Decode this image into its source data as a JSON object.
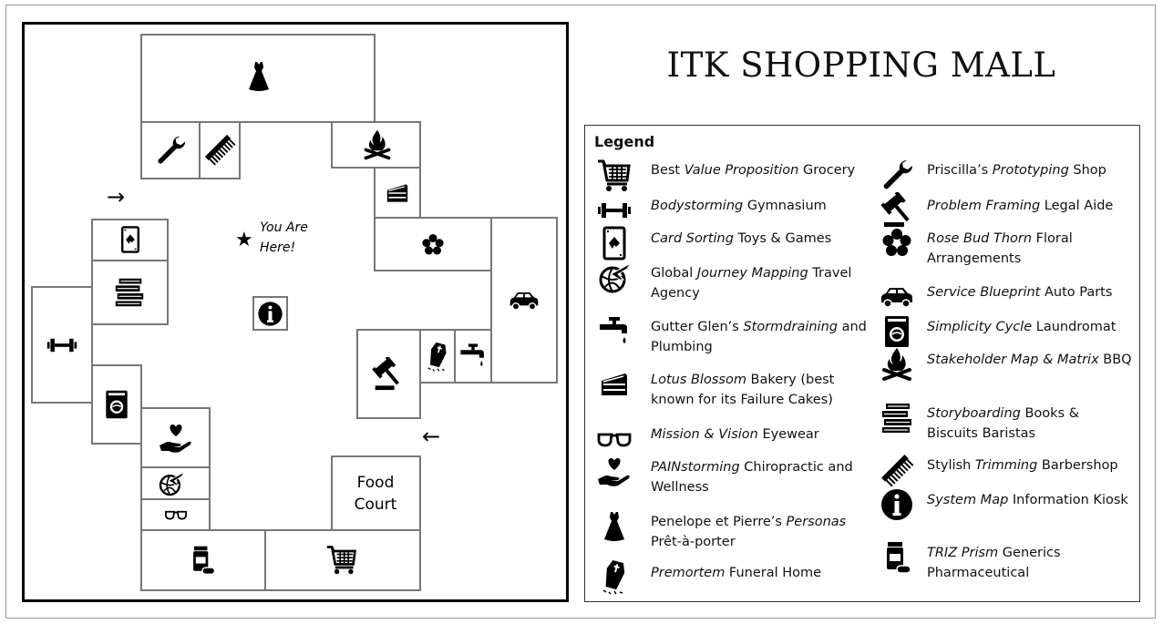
{
  "title": "ITK SHOPPING MALL",
  "map": {
    "you_are_here": [
      "You Are",
      "Here!"
    ],
    "food_court": [
      "Food",
      "Court"
    ],
    "arrow_top": "→",
    "arrow_bottom": "←"
  },
  "legend": {
    "heading": "Legend",
    "left_column": [
      {
        "icon": "grocery-cart-icon",
        "parts": [
          {
            "t": "Best ",
            "i": false
          },
          {
            "t": "Value Proposition",
            "i": true
          },
          {
            "t": " Grocery",
            "i": false
          }
        ]
      },
      {
        "icon": "dumbbell-icon",
        "parts": [
          {
            "t": "Bodystorming",
            "i": true
          },
          {
            "t": " Gymnasium",
            "i": false
          }
        ]
      },
      {
        "icon": "playing-card-icon",
        "parts": [
          {
            "t": "Card Sorting",
            "i": true
          },
          {
            "t": " Toys & Games",
            "i": false
          }
        ]
      },
      {
        "icon": "globe-plane-icon",
        "parts": [
          {
            "t": "Global ",
            "i": false
          },
          {
            "t": "Journey Mapping",
            "i": true
          },
          {
            "t": " Travel Agency",
            "i": false
          }
        ]
      },
      {
        "icon": "faucet-icon",
        "parts": [
          {
            "t": "Gutter Glen’s ",
            "i": false
          },
          {
            "t": "Stormdraining",
            "i": true
          },
          {
            "t": " and Plumbing",
            "i": false
          }
        ]
      },
      {
        "icon": "cake-slice-icon",
        "parts": [
          {
            "t": "Lotus Blossom",
            "i": true
          },
          {
            "t": " Bakery (best known for its Failure Cakes)",
            "i": false
          }
        ]
      },
      {
        "icon": "glasses-icon",
        "parts": [
          {
            "t": "Mission & Vision",
            "i": true
          },
          {
            "t": " Eyewear",
            "i": false
          }
        ]
      },
      {
        "icon": "heart-hand-icon",
        "parts": [
          {
            "t": "PAINstorming",
            "i": true
          },
          {
            "t": " Chiropractic and Wellness",
            "i": false
          }
        ]
      },
      {
        "icon": "dress-icon",
        "parts": [
          {
            "t": "Penelope et Pierre’s ",
            "i": false
          },
          {
            "t": "Personas",
            "i": true
          },
          {
            "t": " Prêt-à-porter",
            "i": false
          }
        ]
      },
      {
        "icon": "coffin-icon",
        "parts": [
          {
            "t": "Premortem",
            "i": true
          },
          {
            "t": " Funeral Home",
            "i": false
          }
        ]
      }
    ],
    "right_column": [
      {
        "icon": "wrench-icon",
        "parts": [
          {
            "t": "Priscilla’s ",
            "i": false
          },
          {
            "t": "Prototyping",
            "i": true
          },
          {
            "t": " Shop",
            "i": false
          }
        ]
      },
      {
        "icon": "gavel-icon",
        "parts": [
          {
            "t": "Problem Framing",
            "i": true
          },
          {
            "t": " Legal Aide",
            "i": false
          }
        ]
      },
      {
        "icon": "flower-icon",
        "parts": [
          {
            "t": "Rose Bud Thorn",
            "i": true
          },
          {
            "t": " Floral Arrangements",
            "i": false
          }
        ]
      },
      {
        "icon": "car-icon",
        "parts": [
          {
            "t": "Service Blueprint",
            "i": true
          },
          {
            "t": " Auto Parts",
            "i": false
          }
        ]
      },
      {
        "icon": "washing-machine-icon",
        "parts": [
          {
            "t": "Simplicity Cycle",
            "i": true
          },
          {
            "t": " Laundromat",
            "i": false
          }
        ]
      },
      {
        "icon": "campfire-icon",
        "parts": [
          {
            "t": "Stakeholder Map & Matrix",
            "i": true
          },
          {
            "t": " BBQ",
            "i": false
          }
        ]
      },
      {
        "icon": "books-icon",
        "parts": [
          {
            "t": "Storyboarding",
            "i": true
          },
          {
            "t": " Books & Biscuits Baristas",
            "i": false
          }
        ]
      },
      {
        "icon": "comb-icon",
        "parts": [
          {
            "t": "Stylish ",
            "i": false
          },
          {
            "t": "Trimming",
            "i": true
          },
          {
            "t": " Barbershop",
            "i": false
          }
        ]
      },
      {
        "icon": "info-icon",
        "parts": [
          {
            "t": "System Map",
            "i": true
          },
          {
            "t": " Information Kiosk",
            "i": false
          }
        ]
      },
      {
        "icon": "pill-bottle-icon",
        "parts": [
          {
            "t": "TRIZ Prism",
            "i": true
          },
          {
            "t": " Generics Pharmaceutical",
            "i": false
          }
        ]
      }
    ]
  }
}
